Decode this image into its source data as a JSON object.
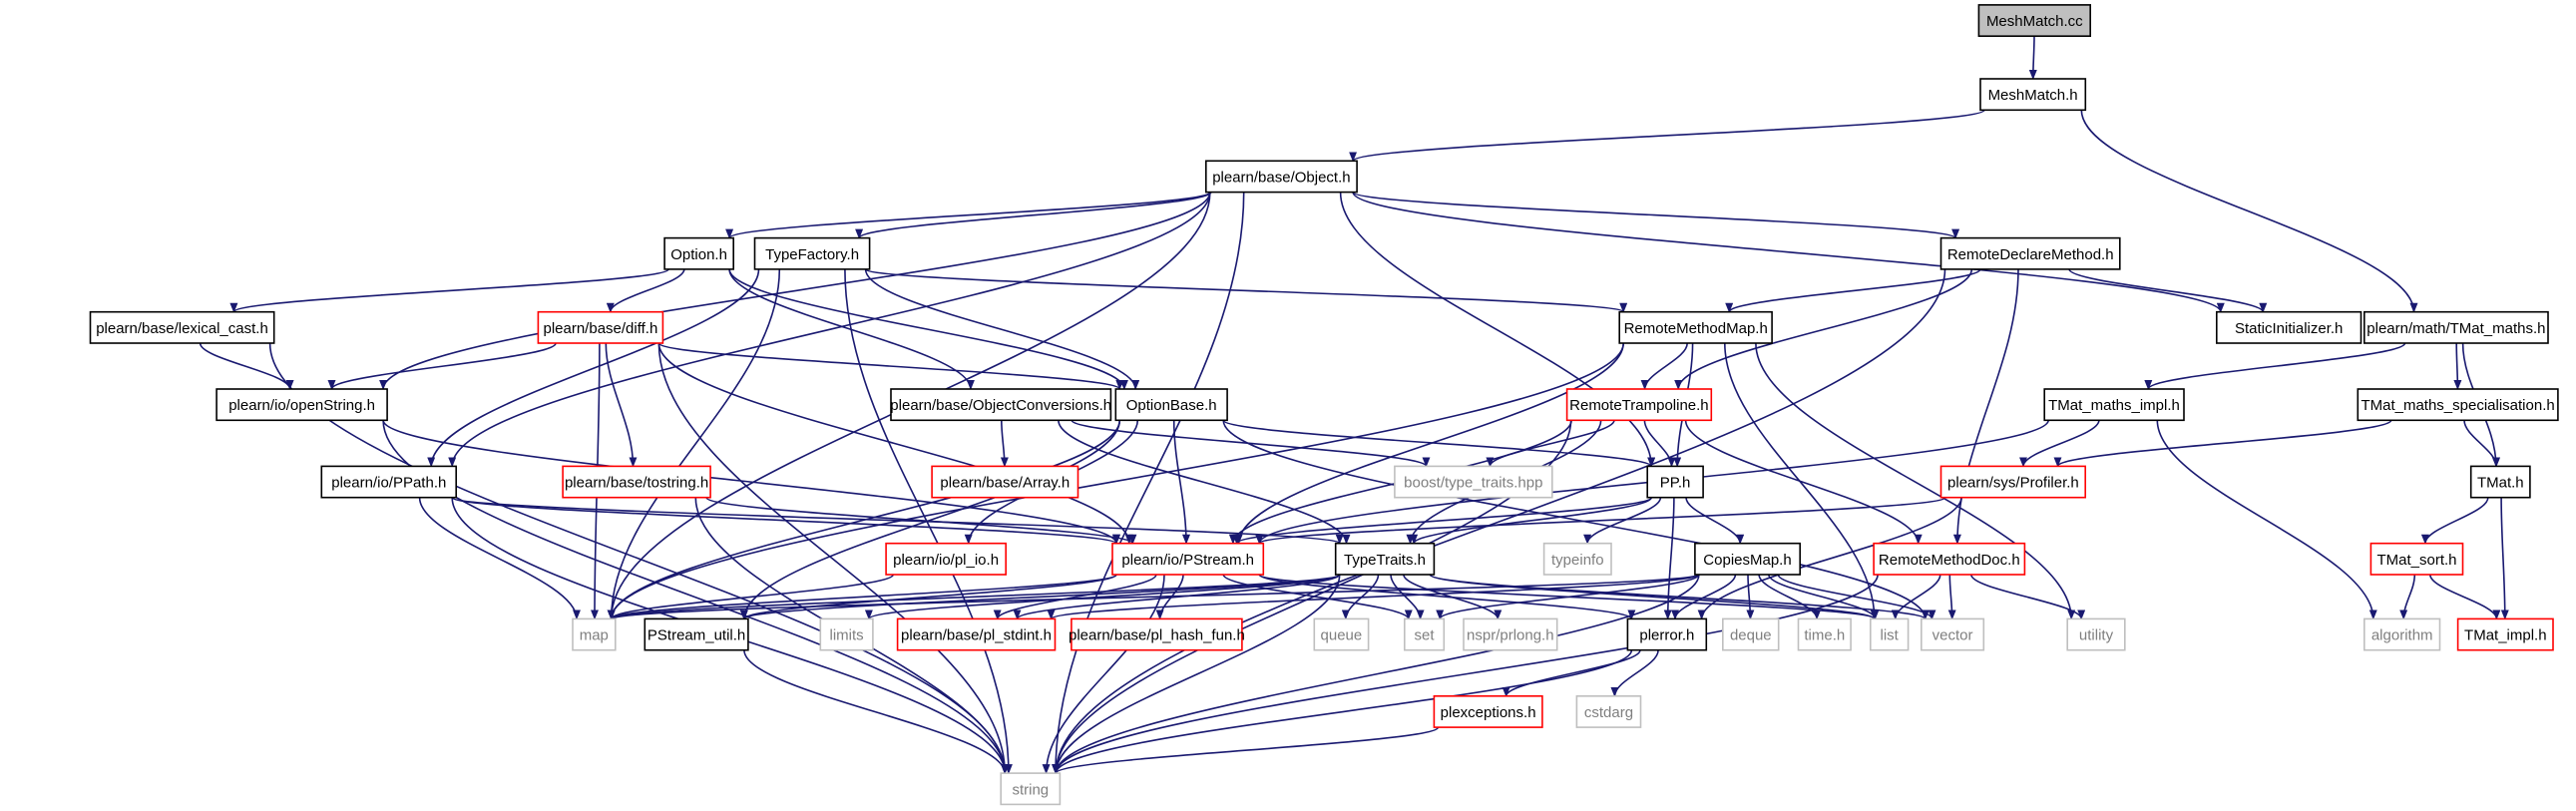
{
  "colors": {
    "edge": "#191970",
    "root_fill": "#bfbfbf",
    "normal_border": "#000000",
    "normal_text": "#000000",
    "red_border": "#ff0000",
    "gray_text": "#7f7f7f",
    "node_fill": "#ffffff"
  },
  "graph": {
    "nodes": [
      {
        "id": "meshmatch_cc",
        "label": "MeshMatch.cc",
        "style": "root"
      },
      {
        "id": "meshmatch_h",
        "label": "MeshMatch.h",
        "style": "normal"
      },
      {
        "id": "object_h",
        "label": "plearn/base/Object.h",
        "style": "normal"
      },
      {
        "id": "tmat_maths_h",
        "label": "plearn/math/TMat_maths.h",
        "style": "normal"
      },
      {
        "id": "option_h",
        "label": "Option.h",
        "style": "normal"
      },
      {
        "id": "typefactory_h",
        "label": "TypeFactory.h",
        "style": "normal"
      },
      {
        "id": "remotedeclaremethod_h",
        "label": "RemoteDeclareMethod.h",
        "style": "normal"
      },
      {
        "id": "staticinitializer_h",
        "label": "StaticInitializer.h",
        "style": "normal"
      },
      {
        "id": "lexical_cast_h",
        "label": "plearn/base/lexical_cast.h",
        "style": "normal"
      },
      {
        "id": "diff_h",
        "label": "plearn/base/diff.h",
        "style": "red"
      },
      {
        "id": "remotemethodmap_h",
        "label": "RemoteMethodMap.h",
        "style": "normal"
      },
      {
        "id": "openstring_h",
        "label": "plearn/io/openString.h",
        "style": "normal"
      },
      {
        "id": "objectconversions_h",
        "label": "plearn/base/ObjectConversions.h",
        "style": "normal"
      },
      {
        "id": "optionbase_h",
        "label": "OptionBase.h",
        "style": "normal"
      },
      {
        "id": "remotetrampoline_h",
        "label": "RemoteTrampoline.h",
        "style": "red"
      },
      {
        "id": "tmat_maths_impl_h",
        "label": "TMat_maths_impl.h",
        "style": "normal"
      },
      {
        "id": "tmat_maths_specialisation_h",
        "label": "TMat_maths_specialisation.h",
        "style": "normal"
      },
      {
        "id": "tostring_h",
        "label": "plearn/base/tostring.h",
        "style": "red"
      },
      {
        "id": "array_h",
        "label": "plearn/base/Array.h",
        "style": "red"
      },
      {
        "id": "boost_type_traits",
        "label": "boost/type_traits.hpp",
        "style": "gray"
      },
      {
        "id": "pp_h",
        "label": "PP.h",
        "style": "normal"
      },
      {
        "id": "profiler_h",
        "label": "plearn/sys/Profiler.h",
        "style": "red"
      },
      {
        "id": "tmat_h",
        "label": "TMat.h",
        "style": "normal"
      },
      {
        "id": "ppath_h",
        "label": "plearn/io/PPath.h",
        "style": "normal"
      },
      {
        "id": "pl_io_h",
        "label": "plearn/io/pl_io.h",
        "style": "red"
      },
      {
        "id": "pstream_h",
        "label": "plearn/io/PStream.h",
        "style": "red"
      },
      {
        "id": "typetraits_h",
        "label": "TypeTraits.h",
        "style": "normal"
      },
      {
        "id": "typeinfo",
        "label": "typeinfo",
        "style": "gray"
      },
      {
        "id": "copiesmap_h",
        "label": "CopiesMap.h",
        "style": "normal"
      },
      {
        "id": "remotemethoddoc_h",
        "label": "RemoteMethodDoc.h",
        "style": "red"
      },
      {
        "id": "tmat_sort_h",
        "label": "TMat_sort.h",
        "style": "red"
      },
      {
        "id": "map",
        "label": "map",
        "style": "gray"
      },
      {
        "id": "pstream_util_h",
        "label": "PStream_util.h",
        "style": "normal"
      },
      {
        "id": "limits",
        "label": "limits",
        "style": "gray"
      },
      {
        "id": "pl_stdint_h",
        "label": "plearn/base/pl_stdint.h",
        "style": "red"
      },
      {
        "id": "pl_hash_fun_h",
        "label": "plearn/base/pl_hash_fun.h",
        "style": "red"
      },
      {
        "id": "queue",
        "label": "queue",
        "style": "gray"
      },
      {
        "id": "set",
        "label": "set",
        "style": "gray"
      },
      {
        "id": "nspr_prlong_h",
        "label": "nspr/prlong.h",
        "style": "gray"
      },
      {
        "id": "plerror_h",
        "label": "plerror.h",
        "style": "normal"
      },
      {
        "id": "deque",
        "label": "deque",
        "style": "gray"
      },
      {
        "id": "time_h",
        "label": "time.h",
        "style": "gray"
      },
      {
        "id": "list",
        "label": "list",
        "style": "gray"
      },
      {
        "id": "vector",
        "label": "vector",
        "style": "gray"
      },
      {
        "id": "utility",
        "label": "utility",
        "style": "gray"
      },
      {
        "id": "algorithm",
        "label": "algorithm",
        "style": "gray"
      },
      {
        "id": "tmat_impl_h",
        "label": "TMat_impl.h",
        "style": "red"
      },
      {
        "id": "cstdarg",
        "label": "cstdarg",
        "style": "gray"
      },
      {
        "id": "plexceptions_h",
        "label": "plexceptions.h",
        "style": "red"
      },
      {
        "id": "string",
        "label": "string",
        "style": "gray"
      }
    ],
    "edges": [
      [
        "meshmatch_cc",
        "meshmatch_h"
      ],
      [
        "meshmatch_h",
        "object_h"
      ],
      [
        "meshmatch_h",
        "tmat_maths_h"
      ],
      [
        "object_h",
        "option_h"
      ],
      [
        "object_h",
        "typefactory_h"
      ],
      [
        "object_h",
        "remotedeclaremethod_h"
      ],
      [
        "object_h",
        "staticinitializer_h"
      ],
      [
        "object_h",
        "openstring_h"
      ],
      [
        "object_h",
        "ppath_h"
      ],
      [
        "object_h",
        "map"
      ],
      [
        "object_h",
        "pp_h"
      ],
      [
        "object_h",
        "string"
      ],
      [
        "option_h",
        "lexical_cast_h"
      ],
      [
        "option_h",
        "diff_h"
      ],
      [
        "option_h",
        "objectconversions_h"
      ],
      [
        "option_h",
        "optionbase_h"
      ],
      [
        "typefactory_h",
        "remotemethodmap_h"
      ],
      [
        "typefactory_h",
        "optionbase_h"
      ],
      [
        "typefactory_h",
        "map"
      ],
      [
        "typefactory_h",
        "string"
      ],
      [
        "typefactory_h",
        "ppath_h"
      ],
      [
        "remotedeclaremethod_h",
        "remotemethodmap_h"
      ],
      [
        "remotedeclaremethod_h",
        "remotetrampoline_h"
      ],
      [
        "remotedeclaremethod_h",
        "remotemethoddoc_h"
      ],
      [
        "remotedeclaremethod_h",
        "staticinitializer_h"
      ],
      [
        "remotedeclaremethod_h",
        "string"
      ],
      [
        "lexical_cast_h",
        "openstring_h"
      ],
      [
        "lexical_cast_h",
        "string"
      ],
      [
        "diff_h",
        "openstring_h"
      ],
      [
        "diff_h",
        "optionbase_h"
      ],
      [
        "diff_h",
        "tostring_h"
      ],
      [
        "diff_h",
        "pstream_h"
      ],
      [
        "diff_h",
        "map"
      ],
      [
        "diff_h",
        "string"
      ],
      [
        "remotemethodmap_h",
        "remotetrampoline_h"
      ],
      [
        "remotemethodmap_h",
        "pp_h"
      ],
      [
        "remotemethodmap_h",
        "map"
      ],
      [
        "remotemethodmap_h",
        "pstream_h"
      ],
      [
        "remotemethodmap_h",
        "list"
      ],
      [
        "remotemethodmap_h",
        "utility"
      ],
      [
        "openstring_h",
        "pstream_h"
      ],
      [
        "openstring_h",
        "string"
      ],
      [
        "objectconversions_h",
        "array_h"
      ],
      [
        "objectconversions_h",
        "typetraits_h"
      ],
      [
        "objectconversions_h",
        "boost_type_traits"
      ],
      [
        "optionbase_h",
        "pp_h"
      ],
      [
        "optionbase_h",
        "pl_io_h"
      ],
      [
        "optionbase_h",
        "pstream_h"
      ],
      [
        "optionbase_h",
        "map"
      ],
      [
        "optionbase_h",
        "vector"
      ],
      [
        "optionbase_h",
        "pstream_util_h"
      ],
      [
        "remotetrampoline_h",
        "boost_type_traits"
      ],
      [
        "remotetrampoline_h",
        "pp_h"
      ],
      [
        "remotetrampoline_h",
        "remotemethoddoc_h"
      ],
      [
        "remotetrampoline_h",
        "pstream_h"
      ],
      [
        "remotetrampoline_h",
        "typetraits_h"
      ],
      [
        "remotetrampoline_h",
        "string"
      ],
      [
        "tmat_maths_h",
        "tmat_maths_impl_h"
      ],
      [
        "tmat_maths_h",
        "tmat_maths_specialisation_h"
      ],
      [
        "tmat_maths_h",
        "tmat_h"
      ],
      [
        "tmat_maths_impl_h",
        "profiler_h"
      ],
      [
        "tmat_maths_impl_h",
        "pstream_h"
      ],
      [
        "tmat_maths_impl_h",
        "algorithm"
      ],
      [
        "tmat_maths_specialisation_h",
        "profiler_h"
      ],
      [
        "tmat_maths_specialisation_h",
        "tmat_h"
      ],
      [
        "tmat_h",
        "tmat_sort_h"
      ],
      [
        "tmat_h",
        "tmat_impl_h"
      ],
      [
        "tmat_sort_h",
        "algorithm"
      ],
      [
        "tmat_sort_h",
        "tmat_impl_h"
      ],
      [
        "tostring_h",
        "pstream_h"
      ],
      [
        "tostring_h",
        "string"
      ],
      [
        "ppath_h",
        "typetraits_h"
      ],
      [
        "ppath_h",
        "pstream_h"
      ],
      [
        "ppath_h",
        "map"
      ],
      [
        "ppath_h",
        "string"
      ],
      [
        "pp_h",
        "typetraits_h"
      ],
      [
        "pp_h",
        "typeinfo"
      ],
      [
        "pp_h",
        "copiesmap_h"
      ],
      [
        "pp_h",
        "plerror_h"
      ],
      [
        "pp_h",
        "pstream_h"
      ],
      [
        "profiler_h",
        "plerror_h"
      ],
      [
        "profiler_h",
        "pstream_h"
      ],
      [
        "pl_io_h",
        "map"
      ],
      [
        "pstream_h",
        "map"
      ],
      [
        "pstream_h",
        "pstream_util_h"
      ],
      [
        "pstream_h",
        "pl_stdint_h"
      ],
      [
        "pstream_h",
        "pl_hash_fun_h"
      ],
      [
        "pstream_h",
        "set"
      ],
      [
        "pstream_h",
        "plerror_h"
      ],
      [
        "pstream_h",
        "string"
      ],
      [
        "pstream_h",
        "list"
      ],
      [
        "typetraits_h",
        "map"
      ],
      [
        "typetraits_h",
        "limits"
      ],
      [
        "typetraits_h",
        "queue"
      ],
      [
        "typetraits_h",
        "set"
      ],
      [
        "typetraits_h",
        "nspr_prlong_h"
      ],
      [
        "typetraits_h",
        "pl_stdint_h"
      ],
      [
        "typetraits_h",
        "string"
      ],
      [
        "typetraits_h",
        "list"
      ],
      [
        "typetraits_h",
        "vector"
      ],
      [
        "typetraits_h",
        "pstream_util_h"
      ],
      [
        "copiesmap_h",
        "map"
      ],
      [
        "copiesmap_h",
        "set"
      ],
      [
        "copiesmap_h",
        "deque"
      ],
      [
        "copiesmap_h",
        "time_h"
      ],
      [
        "copiesmap_h",
        "list"
      ],
      [
        "copiesmap_h",
        "vector"
      ],
      [
        "copiesmap_h",
        "plerror_h"
      ],
      [
        "copiesmap_h",
        "pl_stdint_h"
      ],
      [
        "copiesmap_h",
        "string"
      ],
      [
        "remotemethoddoc_h",
        "list"
      ],
      [
        "remotemethoddoc_h",
        "vector"
      ],
      [
        "remotemethoddoc_h",
        "utility"
      ],
      [
        "remotemethoddoc_h",
        "string"
      ],
      [
        "pstream_util_h",
        "string"
      ],
      [
        "plerror_h",
        "cstdarg"
      ],
      [
        "plerror_h",
        "plexceptions_h"
      ],
      [
        "plerror_h",
        "string"
      ],
      [
        "plexceptions_h",
        "string"
      ]
    ]
  }
}
